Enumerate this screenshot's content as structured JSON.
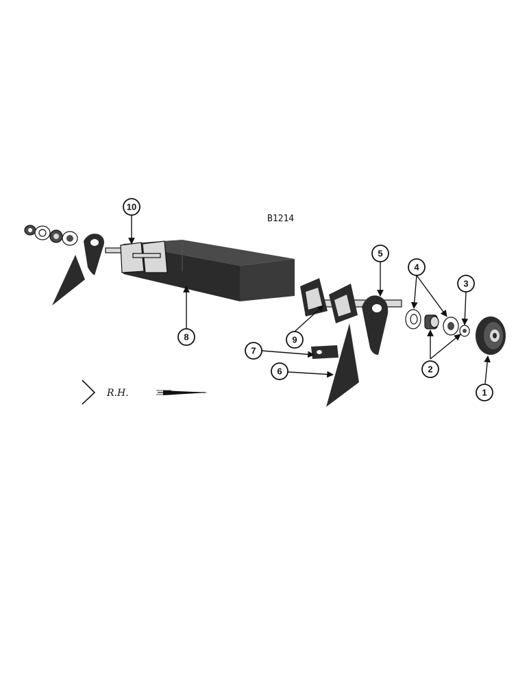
{
  "drawing_code": "B1214",
  "direction_label": "R.H.",
  "callouts": [
    "1",
    "2",
    "3",
    "4",
    "5",
    "6",
    "7",
    "8",
    "9",
    "10"
  ],
  "colors": {
    "ink": "#111111",
    "part_dark": "#2b2b2b",
    "part_light": "#d9d9d9",
    "background": "#ffffff"
  }
}
